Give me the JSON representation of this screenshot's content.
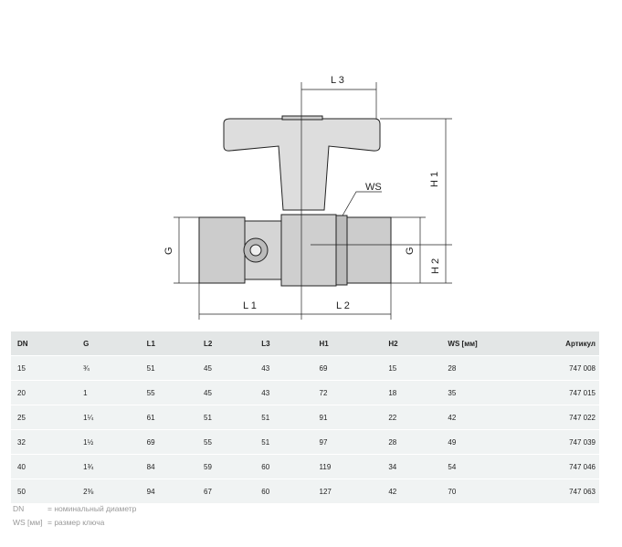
{
  "drawing": {
    "labels": {
      "l3": "L 3",
      "h1": "H 1",
      "ws": "WS",
      "g_left": "G",
      "g_right": "G",
      "h2": "H 2",
      "l1": "L 1",
      "l2": "L 2"
    }
  },
  "table": {
    "headers": [
      "DN",
      "G",
      "L1",
      "L2",
      "L3",
      "H1",
      "H2",
      "WS [мм]",
      "Артикул"
    ],
    "rows": [
      [
        "15",
        "¾",
        "51",
        "45",
        "43",
        "69",
        "15",
        "28",
        "747 008"
      ],
      [
        "20",
        "1",
        "55",
        "45",
        "43",
        "72",
        "18",
        "35",
        "747 015"
      ],
      [
        "25",
        "1¼",
        "61",
        "51",
        "51",
        "91",
        "22",
        "42",
        "747 022"
      ],
      [
        "32",
        "1½",
        "69",
        "55",
        "51",
        "97",
        "28",
        "49",
        "747 039"
      ],
      [
        "40",
        "1¾",
        "84",
        "59",
        "60",
        "119",
        "34",
        "54",
        "747 046"
      ],
      [
        "50",
        "2⅜",
        "94",
        "67",
        "60",
        "127",
        "42",
        "70",
        "747 063"
      ]
    ]
  },
  "legend": [
    {
      "term": "DN",
      "def": "=  номинальный диаметр"
    },
    {
      "term": "WS [мм]",
      "def": "=  размер ключа"
    }
  ]
}
